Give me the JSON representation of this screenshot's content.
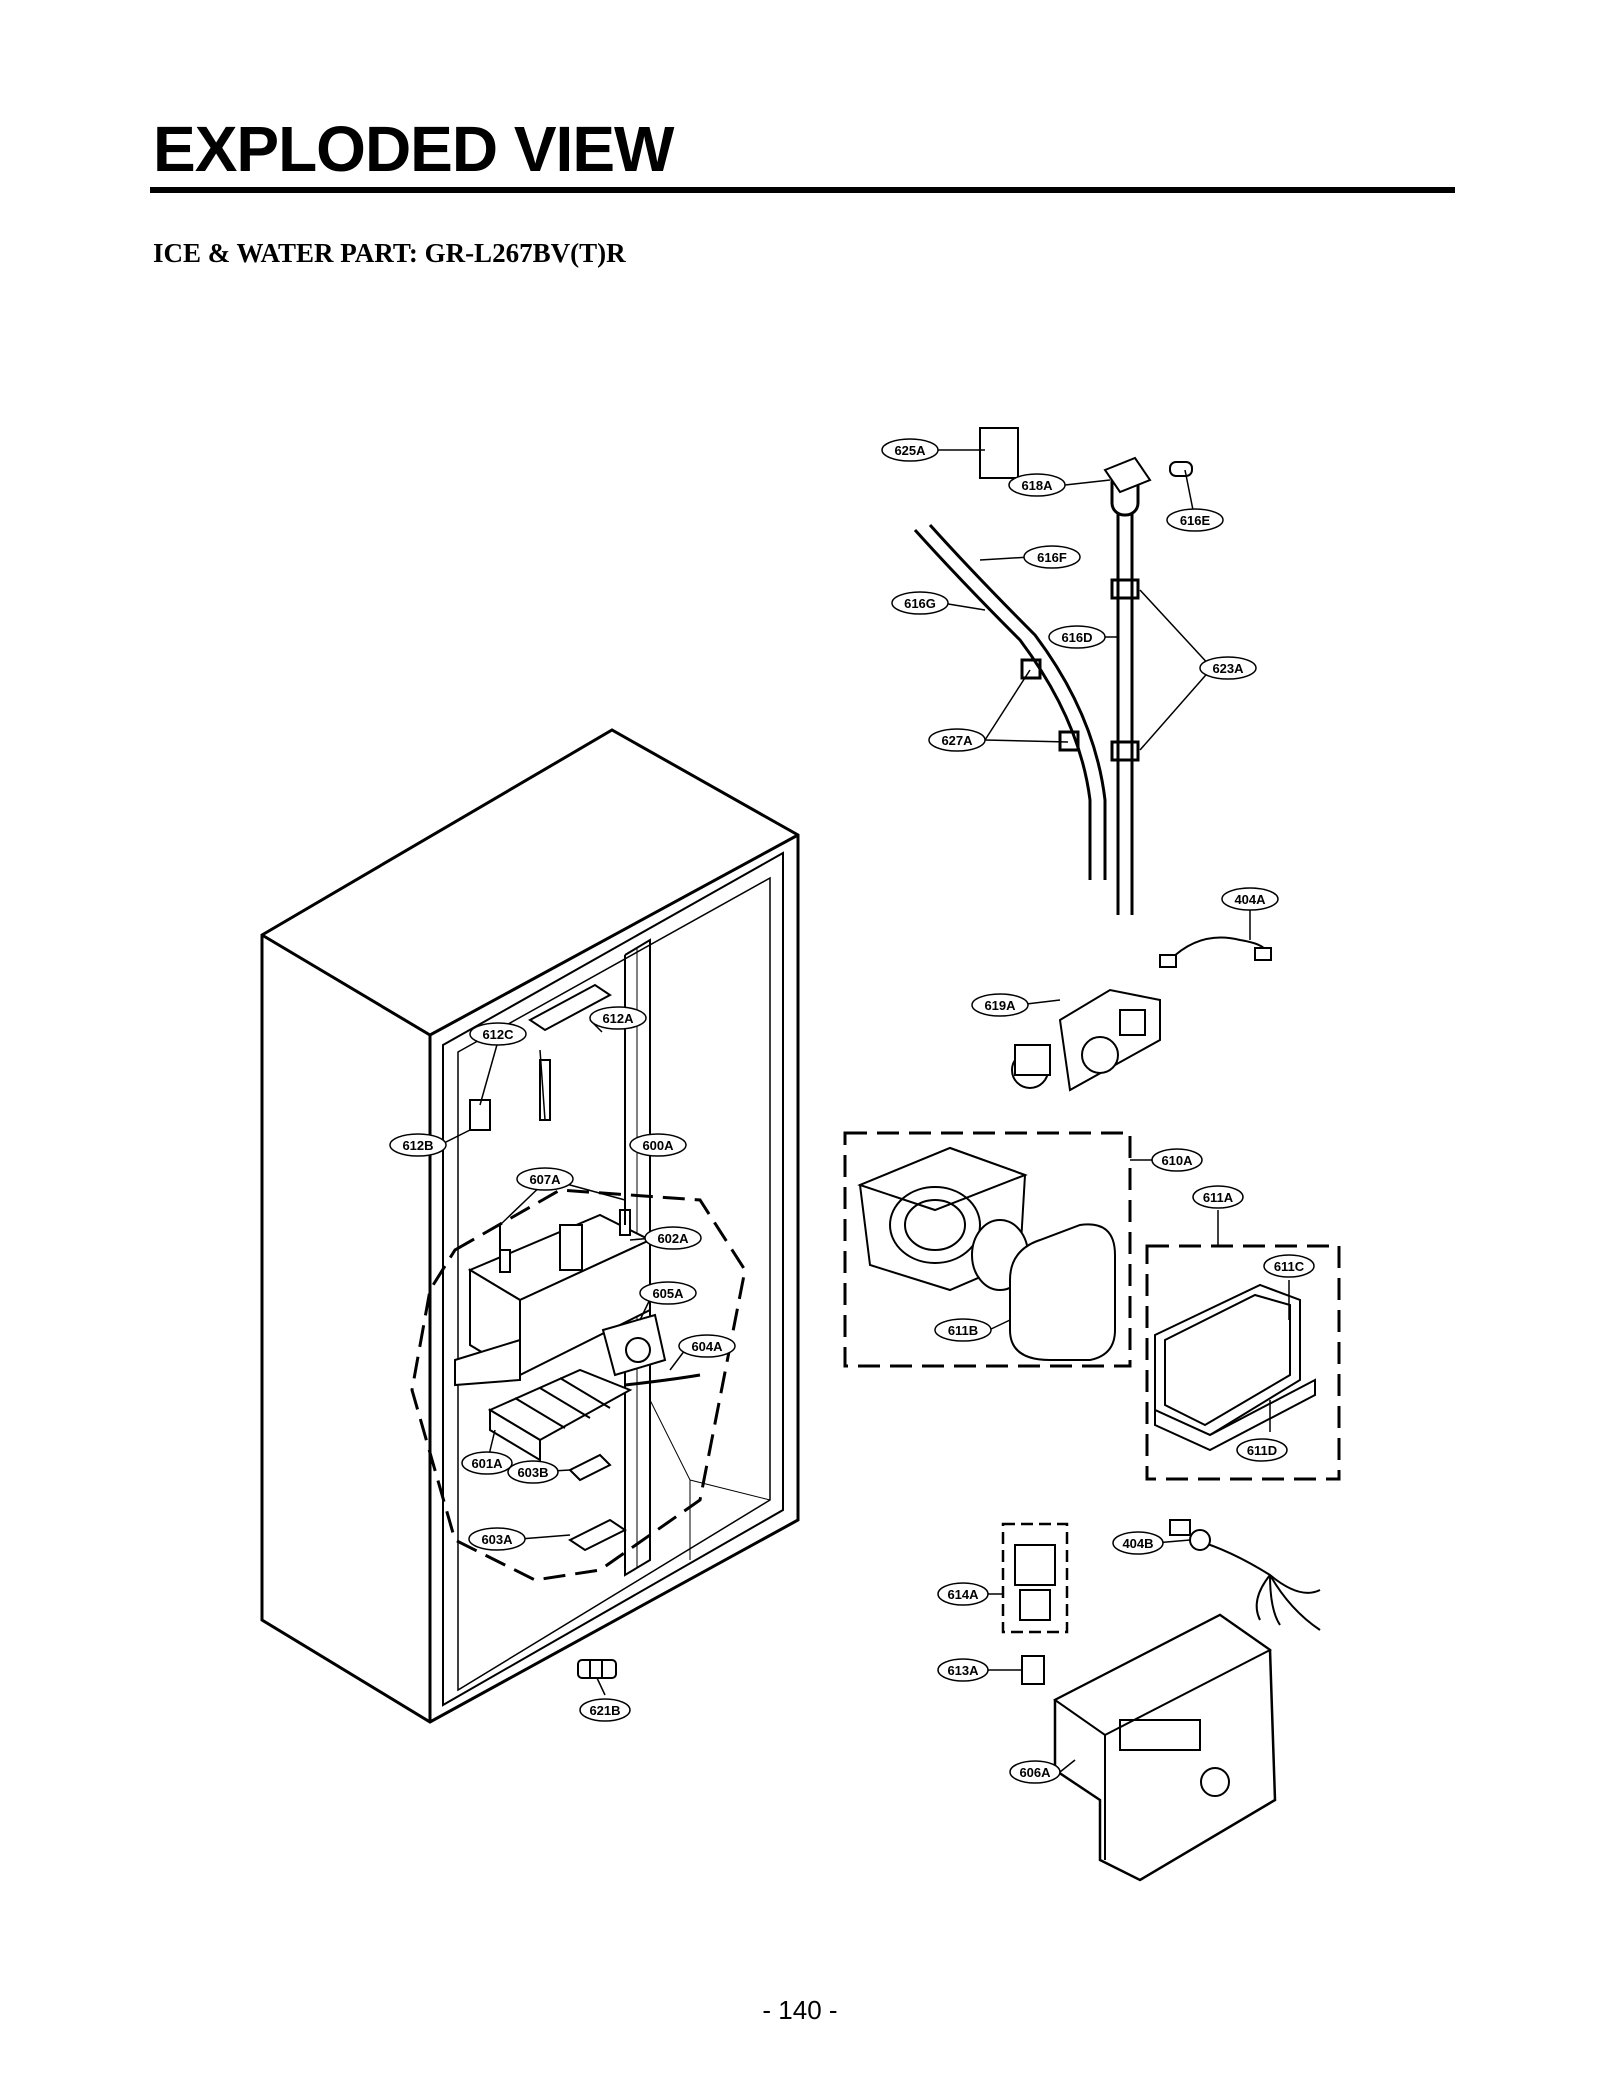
{
  "header": {
    "title": "EXPLODED VIEW",
    "subtitle": "ICE & WATER PART: GR-L267BV(T)R"
  },
  "footer": {
    "page_number": "- 140 -"
  },
  "diagram": {
    "part_labels": [
      {
        "id": "625A",
        "text": "625A"
      },
      {
        "id": "618A",
        "text": "618A"
      },
      {
        "id": "616E",
        "text": "616E"
      },
      {
        "id": "616F",
        "text": "616F"
      },
      {
        "id": "616G",
        "text": "616G"
      },
      {
        "id": "616D",
        "text": "616D"
      },
      {
        "id": "623A",
        "text": "623A"
      },
      {
        "id": "627A",
        "text": "627A"
      },
      {
        "id": "404A",
        "text": "404A"
      },
      {
        "id": "619A",
        "text": "619A"
      },
      {
        "id": "612A",
        "text": "612A"
      },
      {
        "id": "612C",
        "text": "612C"
      },
      {
        "id": "612B",
        "text": "612B"
      },
      {
        "id": "600A",
        "text": "600A"
      },
      {
        "id": "607A",
        "text": "607A"
      },
      {
        "id": "602A",
        "text": "602A"
      },
      {
        "id": "605A",
        "text": "605A"
      },
      {
        "id": "604A",
        "text": "604A"
      },
      {
        "id": "601A",
        "text": "601A"
      },
      {
        "id": "603B",
        "text": "603B"
      },
      {
        "id": "603A",
        "text": "603A"
      },
      {
        "id": "621B",
        "text": "621B"
      },
      {
        "id": "610A",
        "text": "610A"
      },
      {
        "id": "611A",
        "text": "611A"
      },
      {
        "id": "611C",
        "text": "611C"
      },
      {
        "id": "611B",
        "text": "611B"
      },
      {
        "id": "611D",
        "text": "611D"
      },
      {
        "id": "404B",
        "text": "404B"
      },
      {
        "id": "614A",
        "text": "614A"
      },
      {
        "id": "613A",
        "text": "613A"
      },
      {
        "id": "606A",
        "text": "606A"
      }
    ]
  }
}
